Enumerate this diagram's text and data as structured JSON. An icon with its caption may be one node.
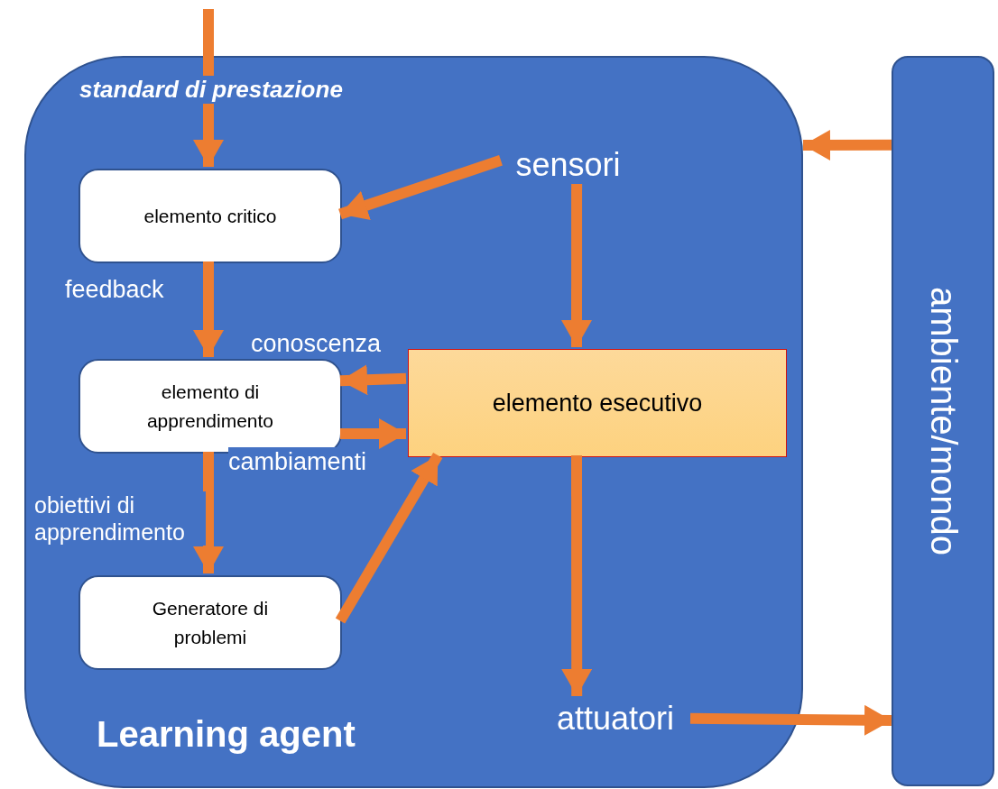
{
  "diagram": {
    "nodes": [
      {
        "text": [
          "Learning agent"
        ]
      },
      {
        "text": [
          "elemento critico"
        ],
        "in": 0
      },
      {
        "text": [
          "elemento di apprendimento"
        ],
        "in": 0
      },
      {
        "text": [
          "Generatore di problemi"
        ],
        "in": 0
      },
      {
        "text": [
          "elemento esecutivo"
        ],
        "in": 0
      },
      {
        "text": [
          "sensori"
        ],
        "in": 0
      },
      {
        "text": [
          "attuatori"
        ],
        "in": 0
      },
      {
        "text": [
          "ambiente/mondo"
        ]
      }
    ],
    "edges": [
      {
        "from": null,
        "to": 1,
        "arrow": "to",
        "label": "standard di prestazione"
      },
      {
        "from": 5,
        "to": 1,
        "arrow": "to"
      },
      {
        "from": 1,
        "to": 2,
        "arrow": "to",
        "label": "feedback"
      },
      {
        "from": 4,
        "to": 2,
        "arrow": "to",
        "label": "conoscenza"
      },
      {
        "from": 2,
        "to": 4,
        "arrow": "to",
        "label": "cambiamenti"
      },
      {
        "from": 2,
        "to": 3,
        "arrow": "to",
        "label": "obiettivi di apprendimento"
      },
      {
        "from": 3,
        "to": 4,
        "arrow": "to"
      },
      {
        "from": 5,
        "to": 4,
        "arrow": "to"
      },
      {
        "from": 4,
        "to": 6,
        "arrow": "to"
      },
      {
        "from": 6,
        "to": 7,
        "arrow": "to"
      },
      {
        "from": 7,
        "to": 0,
        "arrow": "to"
      }
    ]
  }
}
